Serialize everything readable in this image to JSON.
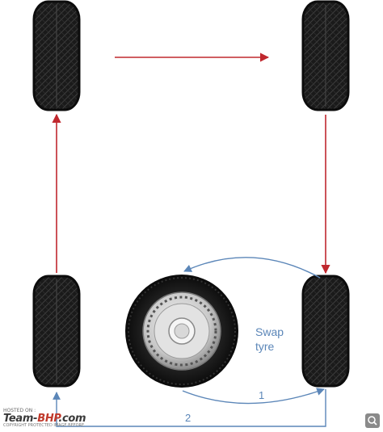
{
  "diagram": {
    "swap_label_line1": "Swap",
    "swap_label_line2": "tyre",
    "arrow_label_1": "1",
    "arrow_label_2": "2"
  },
  "colors": {
    "red_arrow": "#c0282e",
    "blue_arrow": "#5b86b8",
    "label_blue": "#5b86b8"
  },
  "watermark": {
    "hosted_on": "HOSTED ON :",
    "brand_prefix": "Team-",
    "brand_accent": "BHP",
    "brand_suffix": ".com",
    "sub": "COPYRIGHT PROTECTED IMAGE BEFORE"
  }
}
